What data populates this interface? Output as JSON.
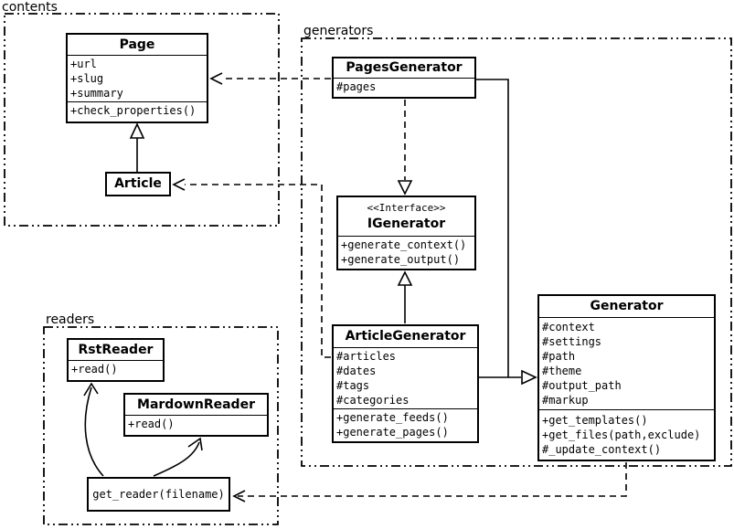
{
  "diagram": {
    "packages": {
      "contents": "contents",
      "generators": "generators",
      "readers": "readers"
    },
    "classes": {
      "page": {
        "name": "Page",
        "attrs": [
          "+url",
          "+slug",
          "+summary"
        ],
        "methods": [
          "+check_properties()"
        ]
      },
      "article": {
        "name": "Article"
      },
      "pagesGenerator": {
        "name": "PagesGenerator",
        "attrs": [
          "#pages"
        ]
      },
      "igenerator": {
        "stereotype": "<<Interface>>",
        "name": "IGenerator",
        "methods": [
          "+generate_context()",
          "+generate_output()"
        ]
      },
      "articleGenerator": {
        "name": "ArticleGenerator",
        "attrs": [
          "#articles",
          "#dates",
          "#tags",
          "#categories"
        ],
        "methods": [
          "+generate_feeds()",
          "+generate_pages()"
        ]
      },
      "generator": {
        "name": "Generator",
        "attrs": [
          "#context",
          "#settings",
          "#path",
          "#theme",
          "#output_path",
          "#markup"
        ],
        "methods": [
          "+get_templates()",
          "+get_files(path,exclude)",
          "#_update_context()"
        ]
      },
      "rstReader": {
        "name": "RstReader",
        "methods": [
          "+read()"
        ]
      },
      "markdownReader": {
        "name": "MardownReader",
        "methods": [
          "+read()"
        ]
      },
      "getReader": {
        "name": "get_reader(filename)"
      }
    },
    "colors": {
      "line": "#000000",
      "background": "#ffffff"
    }
  }
}
